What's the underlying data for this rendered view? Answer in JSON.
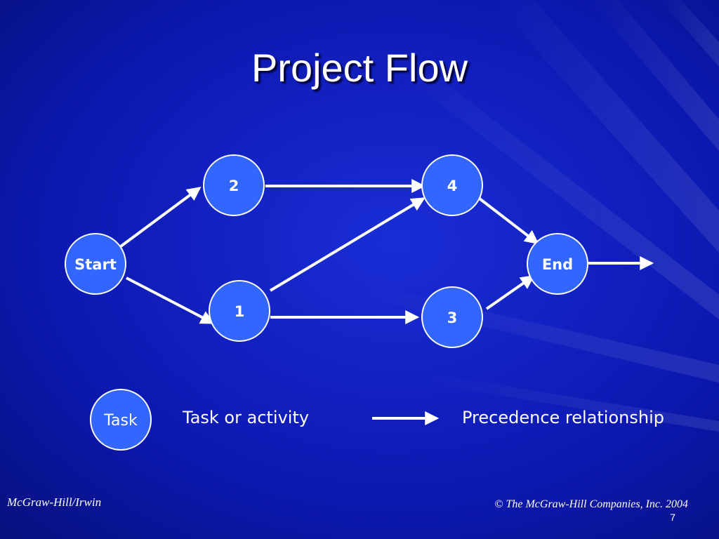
{
  "slide": {
    "title": "Project Flow",
    "page_number": "7"
  },
  "diagram": {
    "nodes": {
      "start": "Start",
      "n2": "2",
      "n1": "1",
      "n4": "4",
      "n3": "3",
      "end": "End"
    },
    "edges": [
      {
        "from": "Start",
        "to": "2"
      },
      {
        "from": "Start",
        "to": "1"
      },
      {
        "from": "2",
        "to": "4"
      },
      {
        "from": "1",
        "to": "4"
      },
      {
        "from": "1",
        "to": "3"
      },
      {
        "from": "4",
        "to": "End"
      },
      {
        "from": "3",
        "to": "End"
      }
    ]
  },
  "legend": {
    "node_label": "Task",
    "node_description": "Task or activity",
    "arrow_description": "Precedence relationship"
  },
  "footer": {
    "left": "McGraw-Hill/Irwin",
    "right": "© The McGraw-Hill Companies, Inc. 2004"
  },
  "colors": {
    "background": "#0a14a0",
    "node_fill": "#3366ff",
    "node_stroke": "#ffffff",
    "arrow": "#ffffff"
  }
}
